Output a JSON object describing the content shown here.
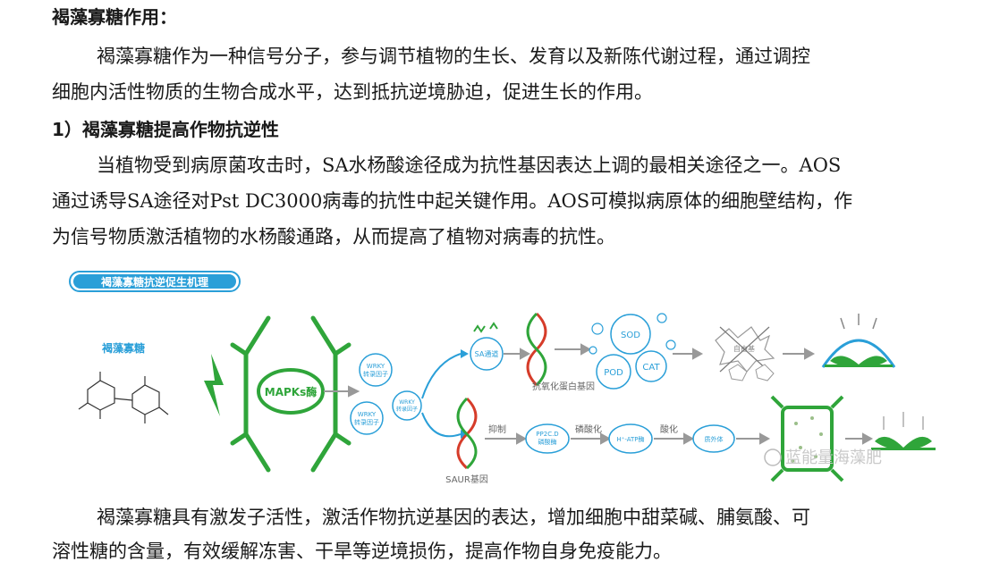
{
  "heading1": "褐藻寡糖作用：",
  "para1": {
    "line1": "褐藻寡糖作为一种信号分子，参与调节植物的生长、发育以及新陈代谢过程，通过调控",
    "line2": "细胞内活性物质的生物合成水平，达到抵抗逆境胁迫，促进生长的作用。"
  },
  "heading2": "1）褐藻寡糖提高作物抗逆性",
  "para2": {
    "line1": "当植物受到病原菌攻击时，SA水杨酸途径成为抗性基因表达上调的最相关途径之一。AOS",
    "line2": "通过诱导SA途径对Pst DC3000病毒的抗性中起关键作用。AOS可模拟病原体的细胞壁结构，作",
    "line3": "为信号物质激活植物的水杨酸通路，从而提高了植物对病毒的抗性。"
  },
  "figure": {
    "banner": "褐藻寡糖抗逆促生机理",
    "molecule_label": "褐藻寡糖",
    "mapk": "MAPKs酶",
    "wrky1": "WRKY\n转录因子",
    "wrky2": "WRKY\n转录因子",
    "wrky3": "WRKY\n转录因子",
    "sa": "SA通道",
    "antioxidant_gene": "抗氧化蛋白基因",
    "sod": "SOD",
    "pod": "POD",
    "cat": "CAT",
    "free_radical": "自由基",
    "saur": "SAUR基因",
    "inhibit": "抑制",
    "pp2c": "PP2C.D\n磷酸酶",
    "phosphorylation": "磷酸化",
    "atpase": "H⁺-ATP酶",
    "acidification": "酸化",
    "apoplast": "质外体",
    "watermark": "蓝能量海藻肥"
  },
  "para3": {
    "line1": "褐藻寡糖具有激发子活性，激活作物抗逆基因的表达，增加细胞中甜菜碱、脯氨酸、可",
    "line2": "溶性糖的含量，有效缓解冻害、干旱等逆境损伤，提高作物自身免疫能力。"
  },
  "colors": {
    "green": "#2fa53a",
    "blue": "#2a9fd8",
    "red": "#d63c2a",
    "gray": "#9a9a9a"
  }
}
